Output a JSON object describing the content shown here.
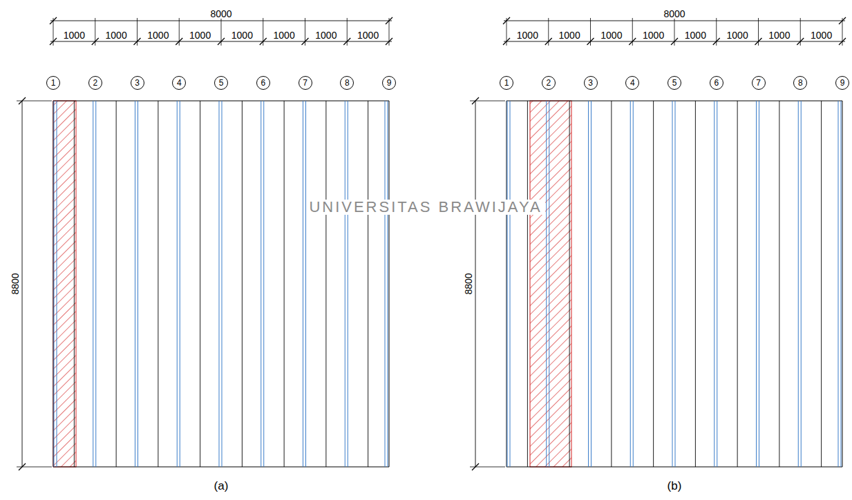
{
  "diagram": {
    "nodes": [
      {
        "text": [
          "1"
        ]
      },
      {
        "text": [
          "2"
        ]
      },
      {
        "text": [
          "3"
        ]
      },
      {
        "text": [
          "4"
        ]
      },
      {
        "text": [
          "5"
        ]
      },
      {
        "text": [
          "6"
        ]
      },
      {
        "text": [
          "7"
        ]
      },
      {
        "text": [
          "8"
        ]
      },
      {
        "text": [
          "9"
        ]
      },
      {
        "text": [
          "1"
        ]
      },
      {
        "text": [
          "2"
        ]
      },
      {
        "text": [
          "3"
        ]
      },
      {
        "text": [
          "4"
        ]
      },
      {
        "text": [
          "5"
        ]
      },
      {
        "text": [
          "6"
        ]
      },
      {
        "text": [
          "7"
        ]
      },
      {
        "text": [
          "8"
        ]
      },
      {
        "text": [
          "9"
        ]
      }
    ],
    "labels": [
      "8000",
      "1000",
      "1000",
      "1000",
      "1000",
      "1000",
      "1000",
      "1000",
      "1000",
      "8800",
      "(a)",
      "8000",
      "1000",
      "1000",
      "1000",
      "1000",
      "1000",
      "1000",
      "1000",
      "1000",
      "8800",
      "(b)",
      "UNIVERSITAS BRAWIJAYA"
    ]
  }
}
